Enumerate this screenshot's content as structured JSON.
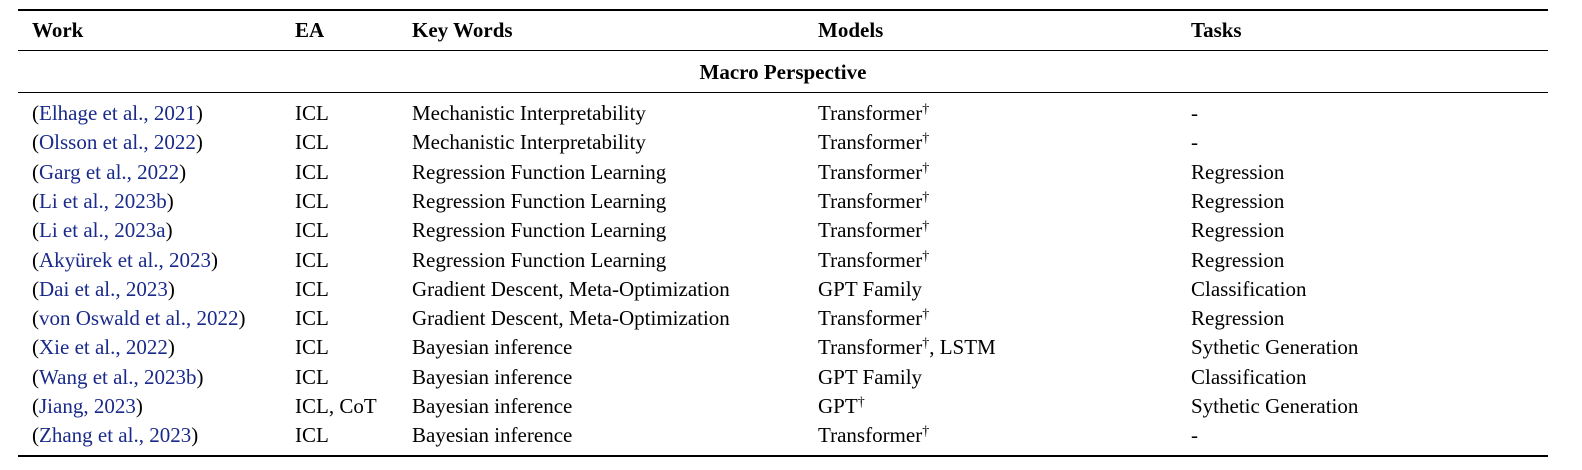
{
  "headers": {
    "work": "Work",
    "ea": "EA",
    "key_words": "Key Words",
    "models": "Models",
    "tasks": "Tasks"
  },
  "section_title": "Macro Perspective",
  "dagger": "†",
  "rows": [
    {
      "cite_authors": "Elhage et al., ",
      "cite_year": "2021",
      "ea": "ICL",
      "key_words": "Mechanistic Interpretability",
      "model": "Transformer",
      "model_dagger": true,
      "model_suffix": "",
      "task": "-"
    },
    {
      "cite_authors": "Olsson et al., ",
      "cite_year": "2022",
      "ea": "ICL",
      "key_words": "Mechanistic Interpretability",
      "model": "Transformer",
      "model_dagger": true,
      "model_suffix": "",
      "task": "-"
    },
    {
      "cite_authors": "Garg et al., ",
      "cite_year": "2022",
      "ea": "ICL",
      "key_words": "Regression Function Learning",
      "model": "Transformer",
      "model_dagger": true,
      "model_suffix": "",
      "task": "Regression"
    },
    {
      "cite_authors": "Li et al., ",
      "cite_year": "2023b",
      "ea": "ICL",
      "key_words": "Regression Function Learning",
      "model": "Transformer",
      "model_dagger": true,
      "model_suffix": "",
      "task": "Regression"
    },
    {
      "cite_authors": "Li et al., ",
      "cite_year": "2023a",
      "ea": "ICL",
      "key_words": "Regression Function Learning",
      "model": "Transformer",
      "model_dagger": true,
      "model_suffix": "",
      "task": "Regression"
    },
    {
      "cite_authors": "Akyürek et al., ",
      "cite_year": "2023",
      "ea": "ICL",
      "key_words": "Regression Function Learning",
      "model": "Transformer",
      "model_dagger": true,
      "model_suffix": "",
      "task": "Regression"
    },
    {
      "cite_authors": "Dai et al., ",
      "cite_year": "2023",
      "ea": "ICL",
      "key_words": "Gradient Descent, Meta-Optimization",
      "model": "GPT Family",
      "model_dagger": false,
      "model_suffix": "",
      "task": "Classification"
    },
    {
      "cite_authors": "von Oswald et al., ",
      "cite_year": "2022",
      "ea": "ICL",
      "key_words": "Gradient Descent, Meta-Optimization",
      "model": "Transformer",
      "model_dagger": true,
      "model_suffix": "",
      "task": "Regression"
    },
    {
      "cite_authors": "Xie et al., ",
      "cite_year": "2022",
      "ea": "ICL",
      "key_words": "Bayesian inference",
      "model": "Transformer",
      "model_dagger": true,
      "model_suffix": ", LSTM",
      "task": "Sythetic Generation"
    },
    {
      "cite_authors": "Wang et al., ",
      "cite_year": "2023b",
      "ea": "ICL",
      "key_words": "Bayesian inference",
      "model": "GPT Family",
      "model_dagger": false,
      "model_suffix": "",
      "task": "Classification"
    },
    {
      "cite_authors": "Jiang, ",
      "cite_year": "2023",
      "ea": "ICL, CoT",
      "key_words": "Bayesian inference",
      "model": "GPT",
      "model_dagger": true,
      "model_suffix": "",
      "task": "Sythetic Generation"
    },
    {
      "cite_authors": "Zhang et al., ",
      "cite_year": "2023",
      "ea": "ICL",
      "key_words": "Bayesian inference",
      "model": "Transformer",
      "model_dagger": true,
      "model_suffix": "",
      "task": "-"
    }
  ]
}
